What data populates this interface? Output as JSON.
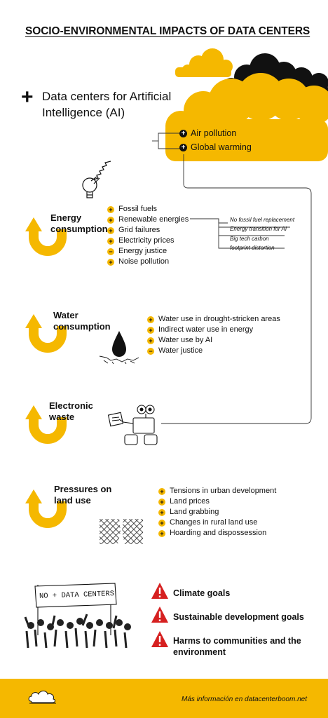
{
  "title": "SOCIO-ENVIRONMENTAL IMPACTS OF DATA CENTERS",
  "hero": {
    "symbol": "+",
    "text": "Data centers for Artificial Intelligence (AI)"
  },
  "cloud_items": [
    {
      "sign": "+",
      "label": "Air pollution"
    },
    {
      "sign": "+",
      "label": "Global warming"
    }
  ],
  "sections": {
    "energy": {
      "title_1": "Energy",
      "title_2": "consumption",
      "items": [
        {
          "sign": "+",
          "label": "Fossil fuels"
        },
        {
          "sign": "+",
          "label": "Renewable energies"
        },
        {
          "sign": "+",
          "label": "Grid failures"
        },
        {
          "sign": "+",
          "label": "Electricity prices"
        },
        {
          "sign": "−",
          "label": "Energy justice"
        },
        {
          "sign": "+",
          "label": "Noise pollution"
        }
      ],
      "notes": [
        "No fossil fuel replacement",
        "Energy transition for AI",
        "Big tech carbon",
        "footprint distortion"
      ]
    },
    "water": {
      "title_1": "Water",
      "title_2": "consumption",
      "items": [
        {
          "sign": "+",
          "label": "Water use in drought-stricken areas"
        },
        {
          "sign": "+",
          "label": "Indirect water use in energy"
        },
        {
          "sign": "+",
          "label": "Water use by AI"
        },
        {
          "sign": "−",
          "label": "Water justice"
        }
      ]
    },
    "ewaste": {
      "title_1": "Electronic",
      "title_2": "waste"
    },
    "land": {
      "title_1": "Pressures on",
      "title_2": "land use",
      "items": [
        {
          "sign": "+",
          "label": "Tensions in urban development"
        },
        {
          "sign": "+",
          "label": " Land prices"
        },
        {
          "sign": "+",
          "label": "Land grabbing"
        },
        {
          "sign": "+",
          "label": "Changes in rural land use"
        },
        {
          "sign": "+",
          "label": "Hoarding and dispossession"
        }
      ]
    }
  },
  "protest_sign": "NO + DATA CENTERS",
  "goals": [
    "Climate goals",
    "Sustainable development goals",
    "Harms to communities and the environment"
  ],
  "footer": {
    "text": "Más información en datacenterboom.net"
  },
  "colors": {
    "accent": "#f5b800",
    "dark": "#111111",
    "warning": "#d62020"
  }
}
